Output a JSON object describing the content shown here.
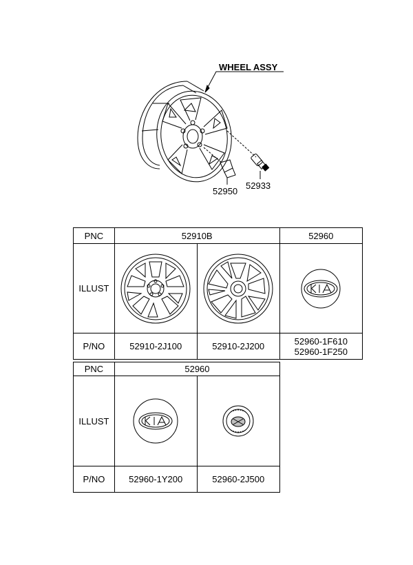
{
  "diagram": {
    "title": "WHEEL ASSY",
    "callouts": [
      {
        "id": "valve",
        "label": "52933"
      },
      {
        "id": "nut",
        "label": "52950"
      }
    ]
  },
  "table1": {
    "row_labels": {
      "pnc": "PNC",
      "illust": "ILLUST",
      "pno": "P/NO"
    },
    "pnc_groups": [
      {
        "label": "52910B"
      },
      {
        "label": "52960"
      }
    ],
    "parts": [
      {
        "pno": "52910-2J100",
        "illust": "wheel-spoke-icon"
      },
      {
        "pno": "52910-2J200",
        "illust": "wheel-spoke-icon"
      },
      {
        "pno_lines": [
          "52960-1F610",
          "52960-1F250"
        ],
        "illust": "kia-oval-cap-icon"
      }
    ]
  },
  "table2": {
    "row_labels": {
      "pnc": "PNC",
      "illust": "ILLUST",
      "pno": "P/NO"
    },
    "pnc_groups": [
      {
        "label": "52960"
      }
    ],
    "parts": [
      {
        "pno": "52960-1Y200",
        "illust": "kia-round-cap-icon"
      },
      {
        "pno": "52960-2J500",
        "illust": "emblem-cap-icon"
      }
    ]
  }
}
